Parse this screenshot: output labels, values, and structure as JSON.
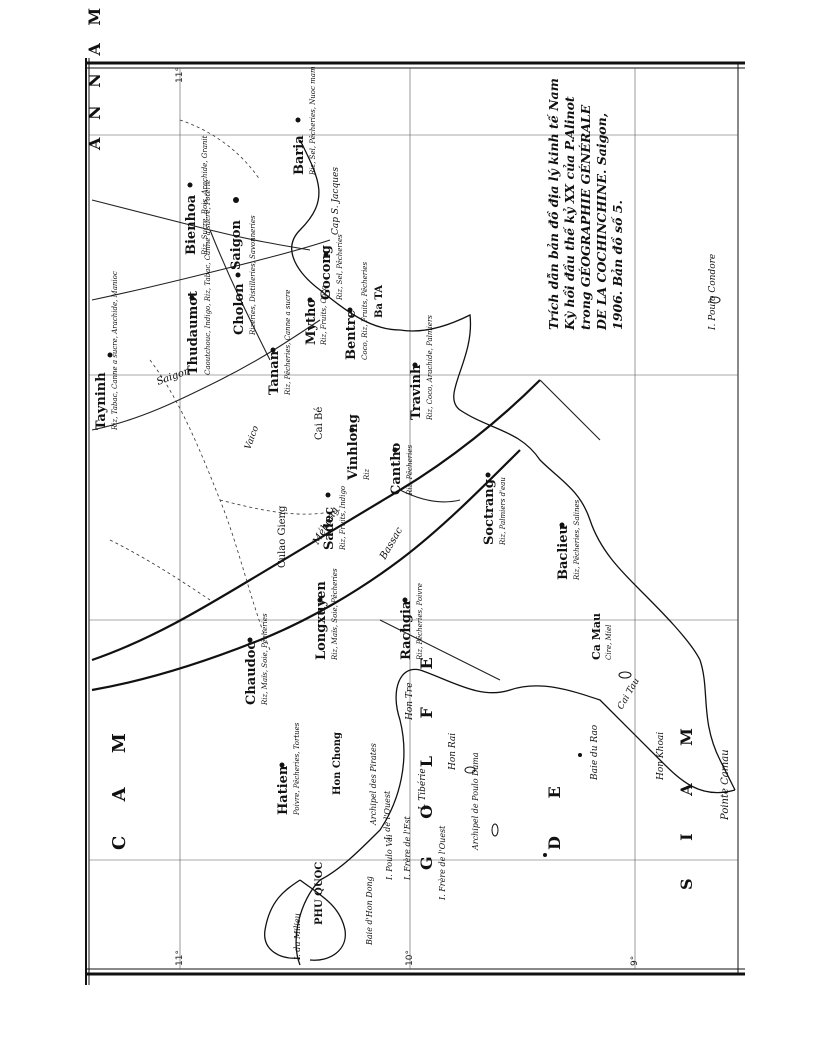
{
  "caption": {
    "line1": "Trích dẫn bản đồ địa lý kinh tế Nam",
    "line2": "Kỳ hồi đầu thế kỷ XX của P.Alinot",
    "line3": "trong GÉOGRAPHIE GÉNÉRALE",
    "line4": "DE LA COCHINCHINE. Saigon,",
    "line5": "1906. Bản đồ số 5."
  },
  "grid_labels": {
    "lat11": "11°",
    "lat10": "10°",
    "lat9": "9°"
  },
  "regions": {
    "annam": "A N N A M",
    "cambodge": "C A M",
    "golfe": "G O L F E",
    "de": "D E",
    "siam": "S I A M"
  },
  "towns": {
    "tayninh": "Tayninh",
    "thudaumot": "Thudaumot",
    "bienhoa": "Bienhoa",
    "saigon": "Saigon",
    "cholon": "Cholon",
    "baria": "Baria",
    "tanan": "Tanan",
    "mytho": "Mytho",
    "gocong": "Gocong",
    "bentre": "Bentre",
    "travinh": "Travinh",
    "vinhlong": "Vinhlong",
    "sadec": "Sadec",
    "cantho": "Cantho",
    "soctrang": "Soctrang",
    "baclieu": "Baclieu",
    "camau": "Ca Mau",
    "rachgia": "Rachgia",
    "longxuyen": "Longxuyen",
    "chaudoc": "Chaudoc",
    "hatien": "Hatien",
    "hontchong": "Hon Chong",
    "phuquoc": "PHU QUOC",
    "caibe": "Cai Bé",
    "cuulongeang": "Culao Gieng",
    "bata": "Ba TA"
  },
  "features": {
    "mekong": "Mékong",
    "bassac": "Bassac",
    "saigon_r": "Saigon",
    "vaico": "Vaico",
    "capstjacques": "Cap S. Jacques",
    "pointe_camau": "Pointe Camau",
    "poulo_condore": "I. Poulo Condore",
    "hon_tre": "Hon Tre",
    "hon_rai": "Hon Rai",
    "baie_bay": "Baie du Rao",
    "cai_tau": "Cai Tau",
    "poulo_obi": "Hon Khoai",
    "archipel_pirates": "Archipel des Pirates",
    "archipel_poulo_dama": "Archipel de Poulo Dama",
    "i_tiberie": "I. Tibérie",
    "freres": "I. Frère de l'Est",
    "freres_ouest": "I. Frère de l'Ouest",
    "i_de_louest": "I. de l'Ouest",
    "i_poulo_vai": "I. Poulo Vai",
    "iles_milieu": "I. du Milieu",
    "phu_quoc_side": "Baie d'Hon Dong"
  },
  "annotations": {
    "tayninh_note": "Riz, Tabac, Canne a sucre, Arachide, Manioc",
    "thudaumot_note": "Caoutchouc, Indigo, Riz, Tabac, Canne a sucre, Poterie",
    "bienhoa_note": "Riz, Sucre, Bois, Arachide, Granit",
    "cholon_note": "Rizeries, Distilleries, Savonneries",
    "tanan_note": "Riz, Pêcheries, Canne a sucre",
    "mytho_note": "Riz, Fruits, Coco",
    "gocong_note": "Riz, Sel, Pêcheries",
    "bentre_note": "Coco, Riz, Fruits, Pêcheries",
    "travinh_note": "Riz, Coco, Arachide, Palmiers",
    "vinhlong_note": "Riz",
    "sadec_note": "Riz, Fruits, Indigo",
    "cantho_note": "Riz, Pêcheries",
    "soctrang_note": "Riz, Palmiers d'eau",
    "baclieu_note": "Riz, Pêcheries, Salines",
    "camau_note": "Cire, Miel",
    "rachgia_note": "Riz, Pêcheries, Poivre",
    "longxuyen_note": "Riz, Maïs, Soie, Pêcheries",
    "chaudoc_note": "Riz, Maïs, Soie, Pêcheries",
    "hatien_note": "Poivre, Pêcheries, Tortues",
    "baria_note": "Riz, Sel, Pêcheries, Nuoc mam"
  }
}
